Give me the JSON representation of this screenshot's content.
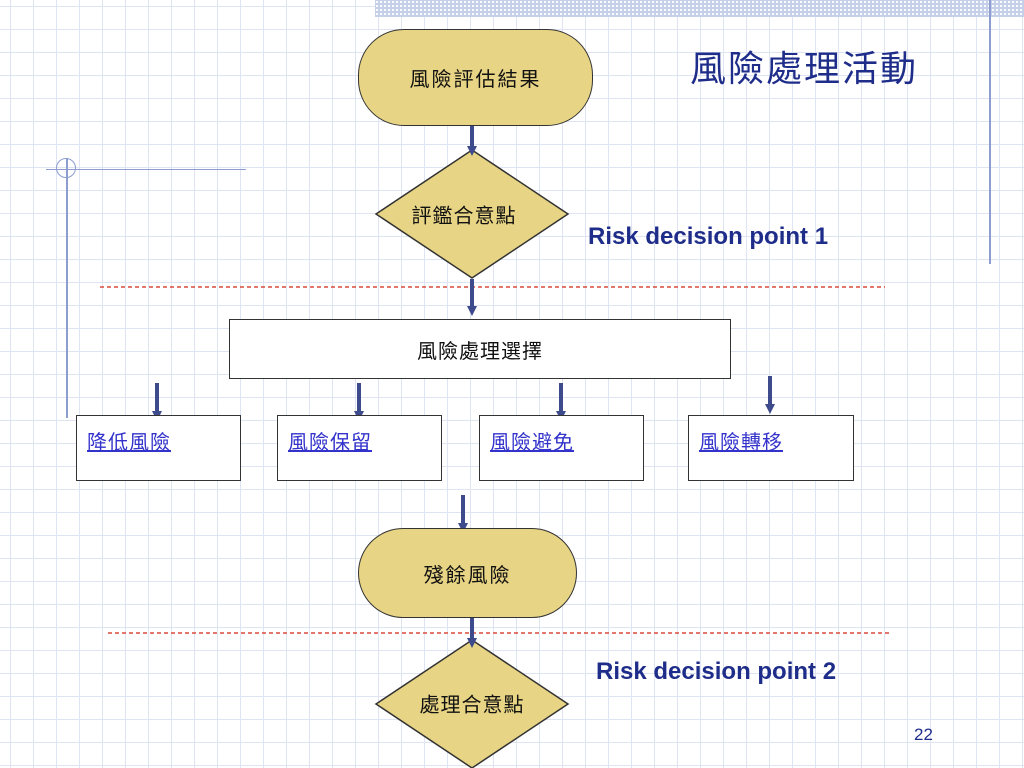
{
  "slide": {
    "title": "風險處理活動",
    "page_number": "22"
  },
  "flowchart": {
    "start": {
      "label": "風險評估結果"
    },
    "decision_1": {
      "label": "評鑑合意點",
      "annotation": "Risk decision point 1"
    },
    "treatment_selection": {
      "label": "風險處理選擇"
    },
    "treatment_options": [
      {
        "label": "降低風險"
      },
      {
        "label": "風險保留"
      },
      {
        "label": "風險避免"
      },
      {
        "label": "風險轉移"
      }
    ],
    "residual": {
      "label": "殘餘風險"
    },
    "decision_2": {
      "label": "處理合意點",
      "annotation": "Risk decision point 2"
    }
  },
  "colors": {
    "title_blue": "#1f2d8a",
    "terminal_fill": "#e7d484",
    "arrow": "#3d4a8c",
    "divider_red": "#d94a3a",
    "link_blue": "#3333cc",
    "grid": "#dfe4f3"
  }
}
